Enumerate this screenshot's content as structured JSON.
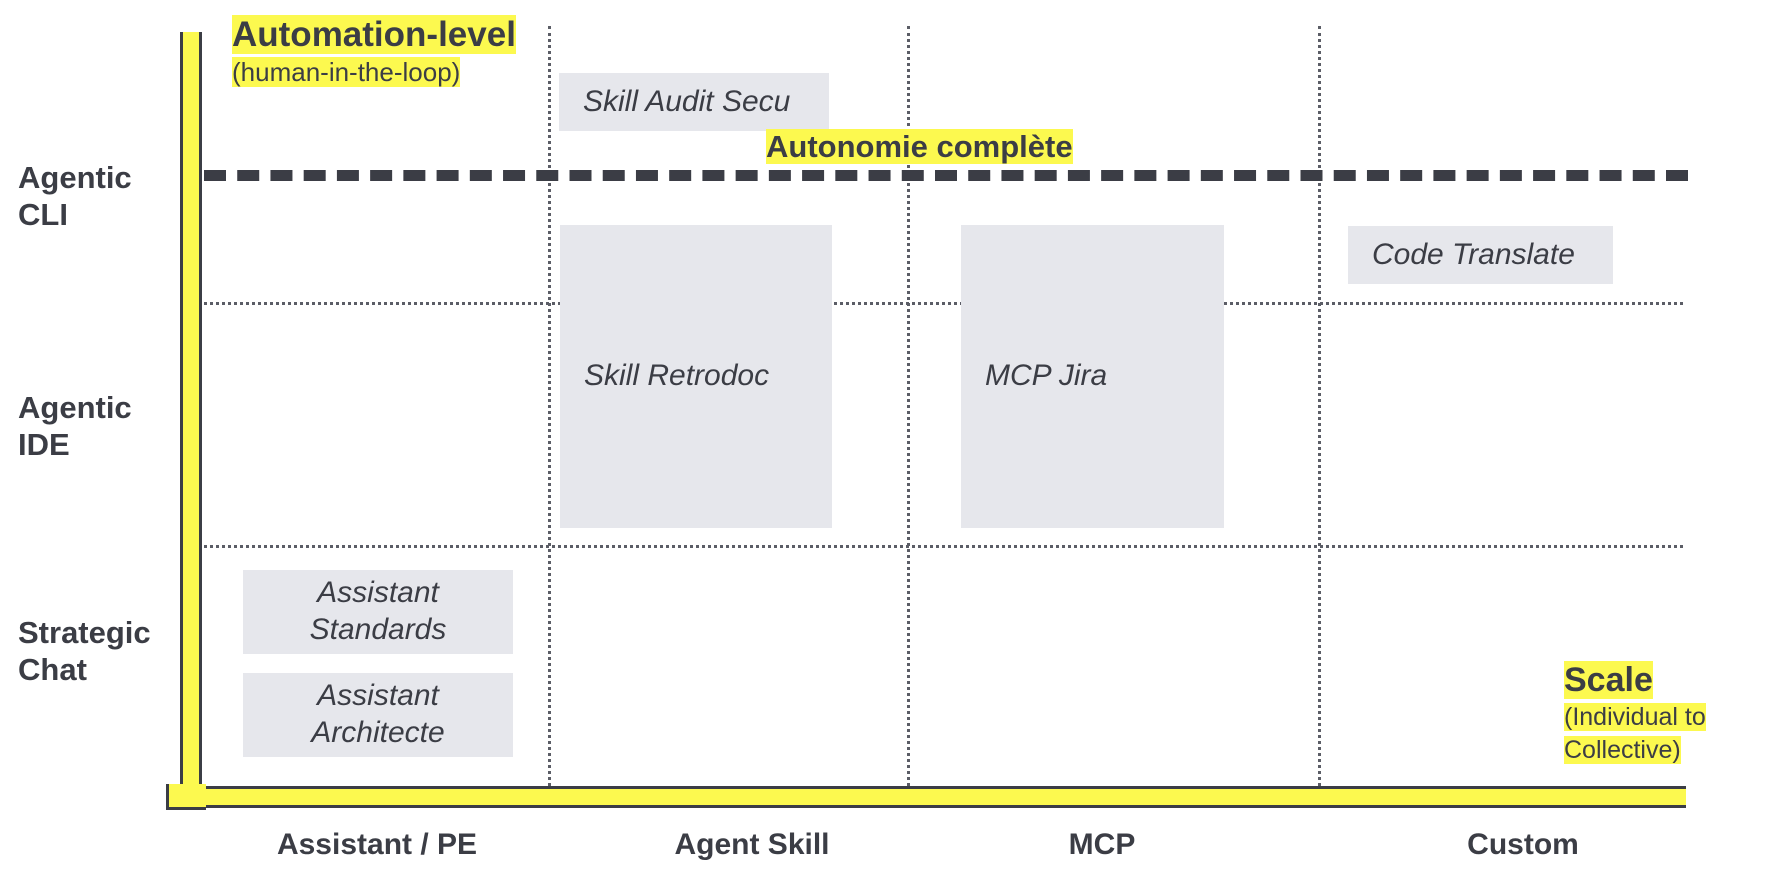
{
  "diagram": {
    "title_annotation": {
      "main": "Automation-level",
      "sub": "(human-in-the-loop)"
    },
    "threshold_annotation": "Autonomie complète",
    "scale_annotation": {
      "main": "Scale",
      "sub_line1": "(Individual to",
      "sub_line2": "Collective)"
    },
    "y_axis": {
      "name": "Automation-level",
      "categories": [
        {
          "line1": "Agentic",
          "line2": "CLI"
        },
        {
          "line1": "Agentic",
          "line2": "IDE"
        },
        {
          "line1": "Strategic",
          "line2": "Chat"
        }
      ]
    },
    "x_axis": {
      "name": "Scale",
      "categories": [
        "Assistant / PE",
        "Agent Skill",
        "MCP",
        "Custom"
      ]
    },
    "items": [
      {
        "label": "Skill Audit Secu",
        "column": "Agent Skill",
        "row": "Agentic CLI"
      },
      {
        "label": "Skill Retrodoc",
        "column": "Agent Skill",
        "row": "Agentic IDE"
      },
      {
        "label": "MCP Jira",
        "column": "MCP",
        "row": "Agentic IDE"
      },
      {
        "label": "Code Translate",
        "column": "Custom",
        "row": "Agentic CLI"
      },
      {
        "label": "Assistant\nStandards",
        "label_line1": "Assistant",
        "label_line2": "Standards",
        "column": "Assistant / PE",
        "row": "Strategic Chat"
      },
      {
        "label": "Assistant\nArchitecte",
        "label_line1": "Assistant",
        "label_line2": "Architecte",
        "column": "Assistant / PE",
        "row": "Strategic Chat"
      }
    ],
    "colors": {
      "highlight": "#FCF94F",
      "ink": "#3B3D45",
      "box_fill": "#E6E7EC"
    }
  }
}
